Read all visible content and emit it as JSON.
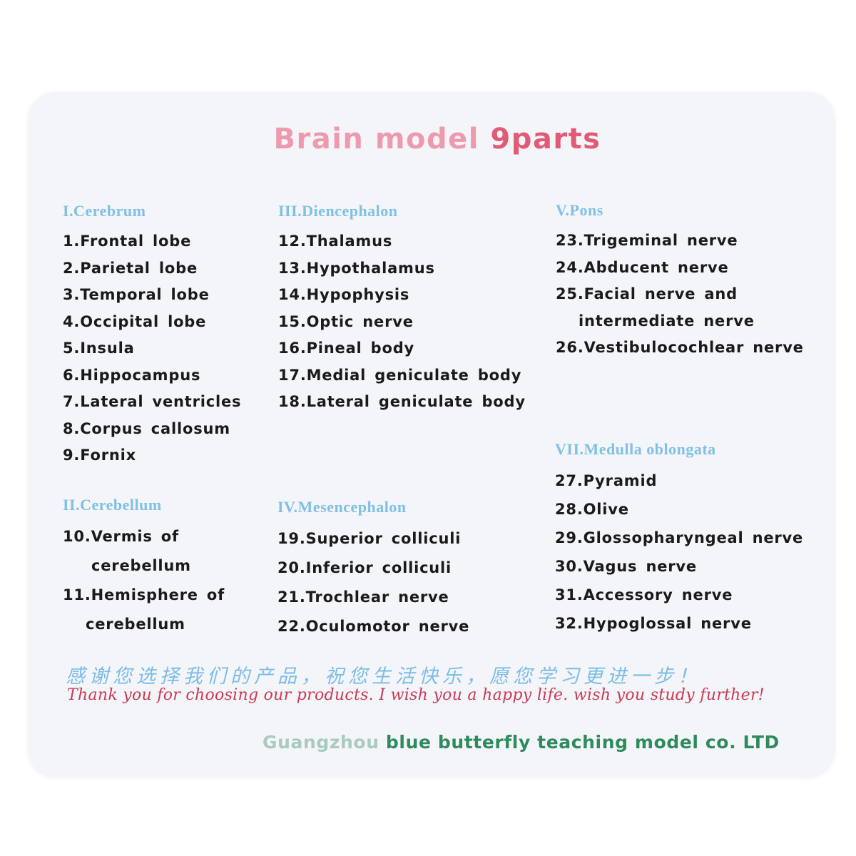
{
  "title": {
    "part1": "Brain model",
    "part2": " 9parts"
  },
  "sections": {
    "cerebrum": {
      "heading": "I.Cerebrum",
      "items": [
        "1.Frontal lobe",
        "2.Parietal lobe",
        "3.Temporal lobe",
        "4.Occipital lobe",
        "5.Insula",
        "6.Hippocampus",
        "7.Lateral ventricles",
        "8.Corpus callosum",
        "9.Fornix"
      ]
    },
    "cerebellum": {
      "heading": "II.Cerebellum",
      "items": [
        "10.Vermis of",
        "cerebellum",
        "11.Hemisphere of",
        "cerebellum"
      ]
    },
    "diencephalon": {
      "heading": "III.Diencephalon",
      "items": [
        "12.Thalamus",
        "13.Hypothalamus",
        "14.Hypophysis",
        "15.Optic nerve",
        "16.Pineal body",
        "17.Medial geniculate body",
        "18.Lateral geniculate body"
      ]
    },
    "mesencephalon": {
      "heading": "IV.Mesencephalon",
      "items": [
        "19.Superior colliculi",
        "20.Inferior colliculi",
        "21.Trochlear nerve",
        "22.Oculomotor nerve"
      ]
    },
    "pons": {
      "heading": "V.Pons",
      "items": [
        "23.Trigeminal nerve",
        "24.Abducent nerve",
        "25.Facial nerve and",
        "intermediate nerve",
        "26.Vestibulocochlear nerve"
      ]
    },
    "medulla": {
      "heading": "VII.Medulla oblongata",
      "items": [
        "27.Pyramid",
        "28.Olive",
        "29.Glossopharyngeal nerve",
        "30.Vagus nerve",
        "31.Accessory nerve",
        "32.Hypoglossal nerve"
      ]
    }
  },
  "footer": {
    "thanks_cn": "感谢您选择我们的产品，祝您生活快乐，愿您学习更进一步！",
    "thanks_en": "Thank you for choosing our products. I wish you a happy life. wish you study further!",
    "company_part1": "Guangzhou ",
    "company_part2": "blue butterfly teaching model co. LTD"
  },
  "colors": {
    "title": "#e25b76",
    "section_heading": "#7fc0e4",
    "item_text": "#1a1a1a",
    "thanks_cn": "#7bbde6",
    "thanks_en": "#c93a55",
    "company": "#2f8a5c",
    "card_bg": "#f4f5f9"
  }
}
